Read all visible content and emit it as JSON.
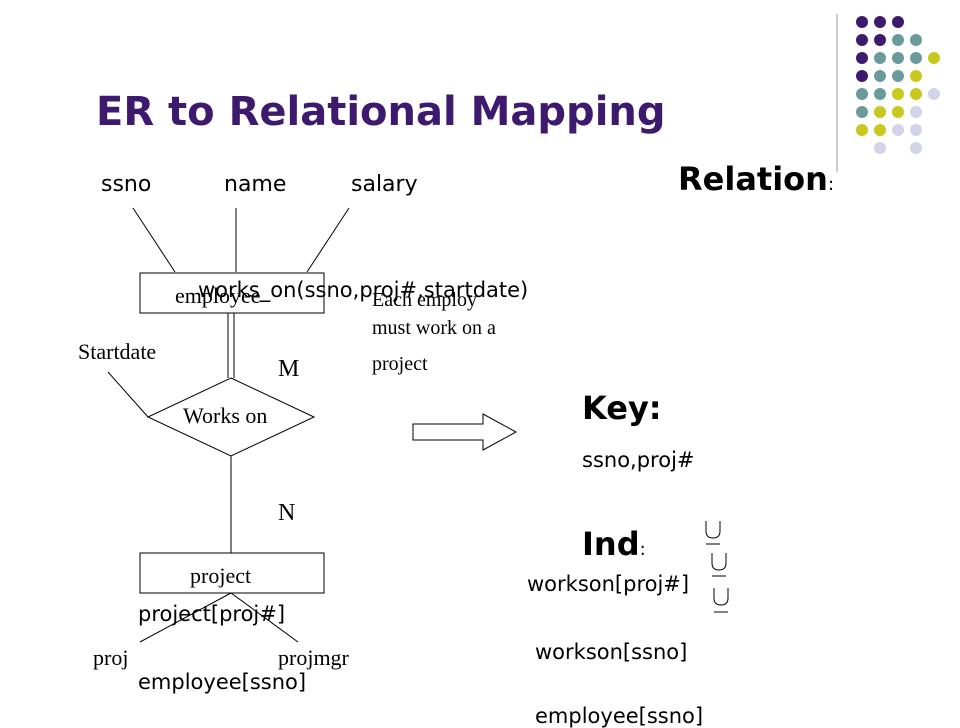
{
  "title": "ER to Relational Mapping",
  "attributes": {
    "ssno": "ssno",
    "name": "name",
    "salary": "salary",
    "startdate": "Startdate",
    "proj": "proj",
    "projmgr": "projmgr"
  },
  "entities": {
    "employee": "employee",
    "project": "project"
  },
  "relationship": {
    "label": "Works on",
    "m": "M",
    "n": "N"
  },
  "overlay": {
    "relation_schema": "works_on(ssno,proj#,startdate)",
    "project_ref": "project[proj#]",
    "employee_ref": "employee[ssno]"
  },
  "note": {
    "line1": "Each employ",
    "line2": "must work on a",
    "line3": "project"
  },
  "right": {
    "relation_label": "Relation",
    "relation_colon": ":",
    "key_label": "Key:",
    "key_value": "ssno,proj#",
    "ind_label": "Ind",
    "ind_colon": ":",
    "ind_items": [
      "workson[proj#]",
      "workson[ssno]",
      "employee[ssno]"
    ]
  },
  "dots": {
    "colors": {
      "purple": "#3d1a6e",
      "teal": "#6a9a9a",
      "yellow": "#c8c81e",
      "lavender": "#d4d4e8"
    },
    "grid": [
      [
        "purple",
        "purple",
        "purple",
        null,
        null
      ],
      [
        "purple",
        "purple",
        "teal",
        "teal",
        null
      ],
      [
        "purple",
        "teal",
        "teal",
        "teal",
        "yellow"
      ],
      [
        "purple",
        "teal",
        "teal",
        "yellow",
        null
      ],
      [
        "teal",
        "teal",
        "yellow",
        "yellow",
        "lavender"
      ],
      [
        "teal",
        "yellow",
        "yellow",
        "lavender",
        null
      ],
      [
        "yellow",
        "yellow",
        "lavender",
        "lavender",
        null
      ],
      [
        null,
        "lavender",
        null,
        "lavender",
        null
      ]
    ]
  }
}
